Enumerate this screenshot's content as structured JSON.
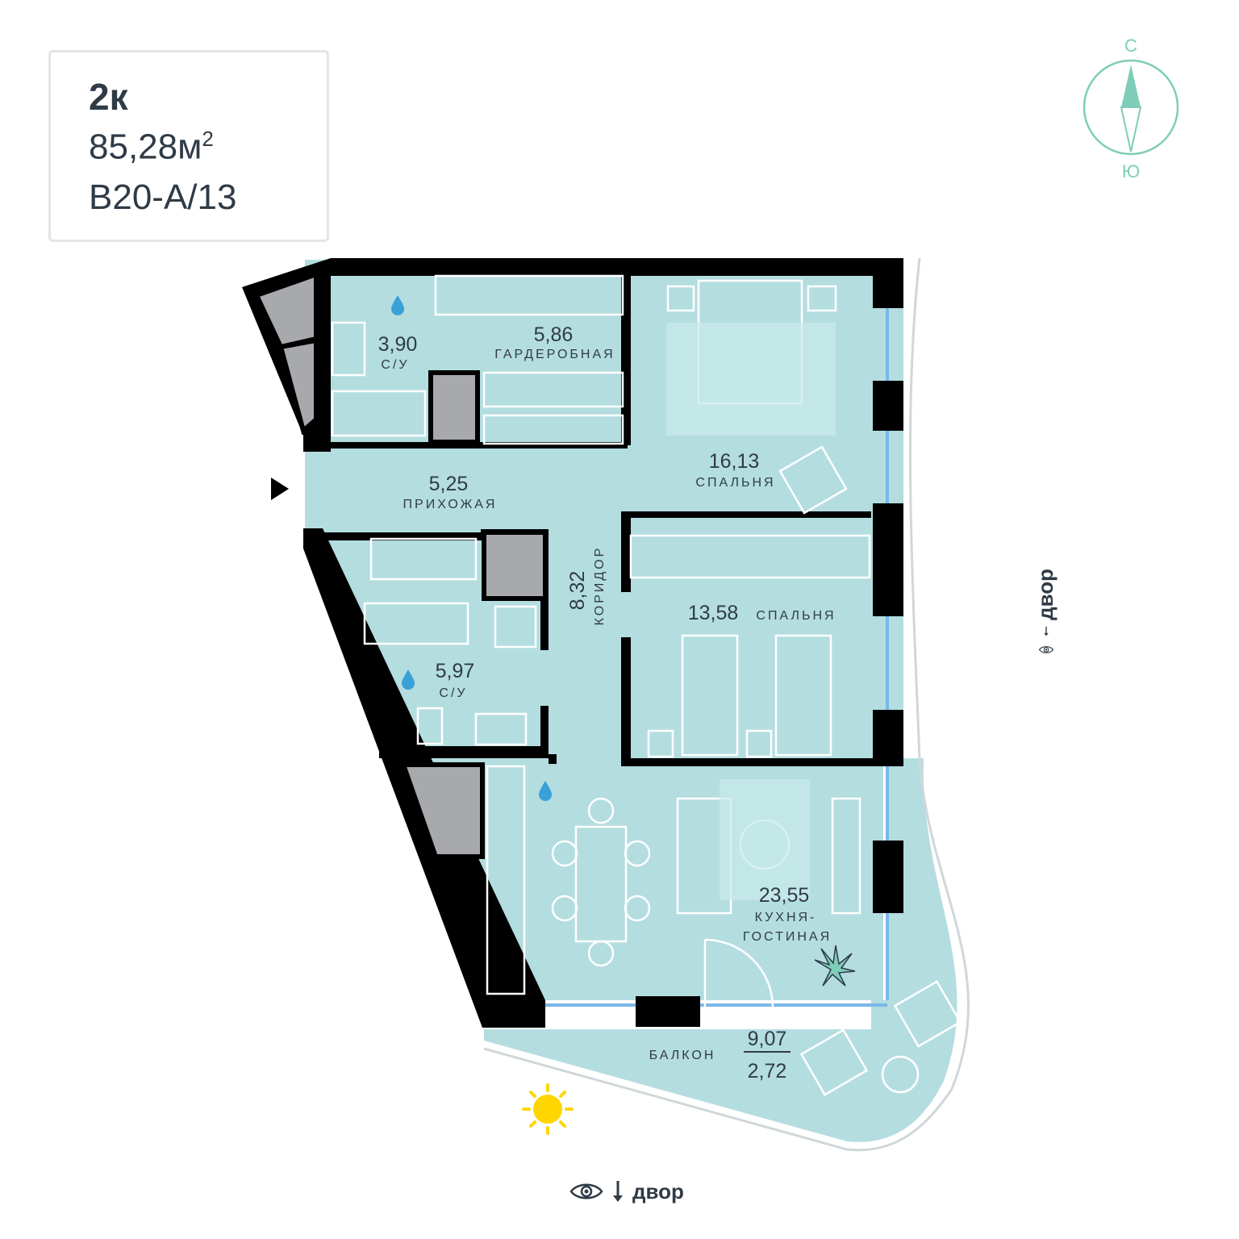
{
  "apartment": {
    "rooms": "2к",
    "area_value": "85,28м",
    "area_sup": "2",
    "code": "B20-A/13"
  },
  "compass": {
    "north": "С",
    "south": "Ю",
    "color": "#7fcdb8"
  },
  "rooms": {
    "wc1": {
      "area": "3,90",
      "name": "С/У"
    },
    "wardrobe": {
      "area": "5,86",
      "name": "ГАРДЕРОБНАЯ"
    },
    "bedroom1": {
      "area": "16,13",
      "name": "СПАЛЬНЯ"
    },
    "hall": {
      "area": "5,25",
      "name": "ПРИХОЖАЯ"
    },
    "corridor": {
      "area": "8,32",
      "name": "КОРИДОР"
    },
    "bedroom2": {
      "area": "13,58",
      "name": "СПАЛЬНЯ"
    },
    "wc2": {
      "area": "5,97",
      "name": "С/У"
    },
    "living": {
      "area": "23,55",
      "name1": "КУХНЯ-",
      "name2": "ГОСТИНАЯ"
    },
    "balcony": {
      "name": "БАЛКОН",
      "area_total": "9,07",
      "area_reduced": "2,72"
    }
  },
  "views": {
    "bottom": "двор",
    "right": "двор"
  },
  "colors": {
    "floor": "#b4dde0",
    "wall": "#000000",
    "furniture_stroke": "#ffffff",
    "accent": "#7fcdb8",
    "window": "#79b8e8",
    "sun": "#ffd600"
  }
}
